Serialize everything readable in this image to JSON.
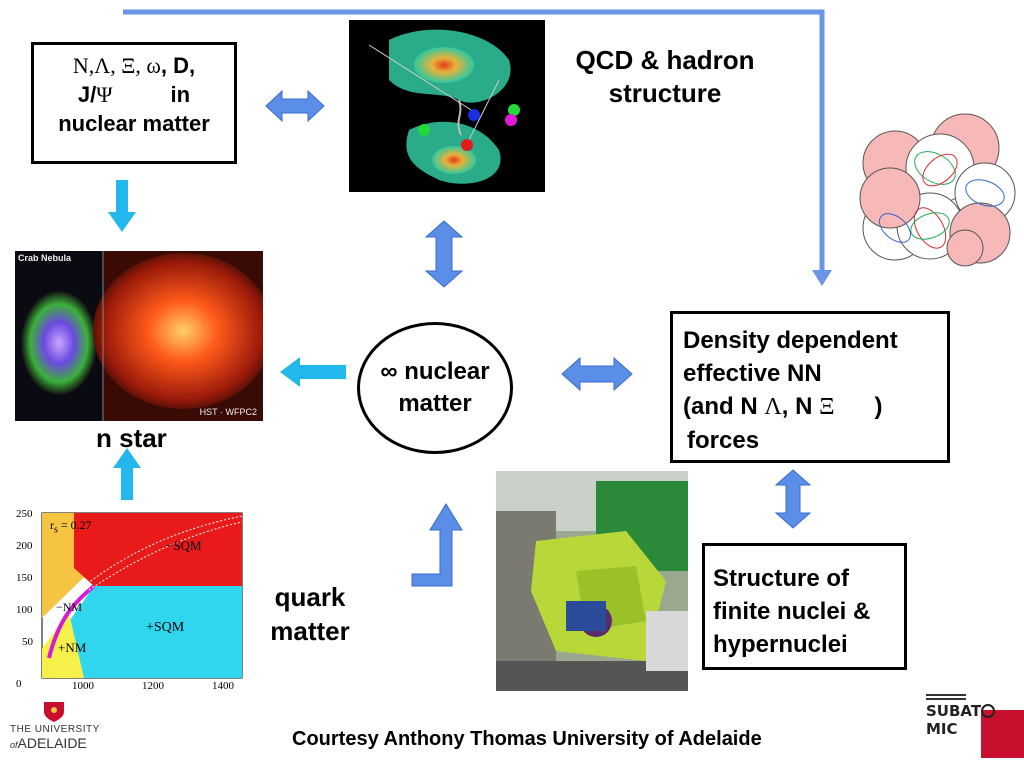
{
  "boxes": {
    "hadrons": {
      "line1_greek": "N,Λ, Ξ, ω",
      "line1_rest": ", D,",
      "line2_pre": "J/",
      "line2_greek": "Ψ",
      "line2_post": "in",
      "line3": "nuclear matter"
    },
    "nuclear_matter": {
      "line1": "∞ nuclear",
      "line2": "matter"
    },
    "density": {
      "line1": "Density dependent",
      "line2": "effective NN",
      "line3_a": "(and N ",
      "line3_greek1": "Λ",
      "line3_b": ", N ",
      "line3_greek2": "Ξ",
      "line3_c": ")",
      "line4": "forces"
    },
    "structure": {
      "line1": "Structure of",
      "line2": "finite nuclei &",
      "line3": "hypernuclei"
    }
  },
  "labels": {
    "qcd_line1": "QCD & hadron",
    "qcd_line2": "structure",
    "nstar": "n star",
    "quark_line1": "quark",
    "quark_line2": "matter"
  },
  "crab": {
    "title": "Crab Nebula",
    "caption": "HST · WFPC2"
  },
  "phase_plot": {
    "y_ticks": [
      "250",
      "200",
      "150",
      "100",
      "50",
      "0"
    ],
    "x_ticks": [
      "1000",
      "1200",
      "1400"
    ],
    "regions": [
      "−SQM",
      "+SQM",
      "−NM",
      "+NM"
    ],
    "annotation": "r",
    "annotation_sub": "s",
    "annotation_value": " = 0.27"
  },
  "footer": {
    "credit": "Courtesy Anthony Thomas University of Adelaide",
    "logo_left_line1": "THE UNIVERSITY",
    "logo_left_line2": "ADELAIDE",
    "logo_left_prefix": "of",
    "logo_right": "SUBAT",
    "logo_right_tail": "MIC"
  },
  "colors": {
    "arrow_blue": "#5b8ee6",
    "arrow_cyan": "#22b8ee",
    "line_blue": "#6a95e8"
  }
}
